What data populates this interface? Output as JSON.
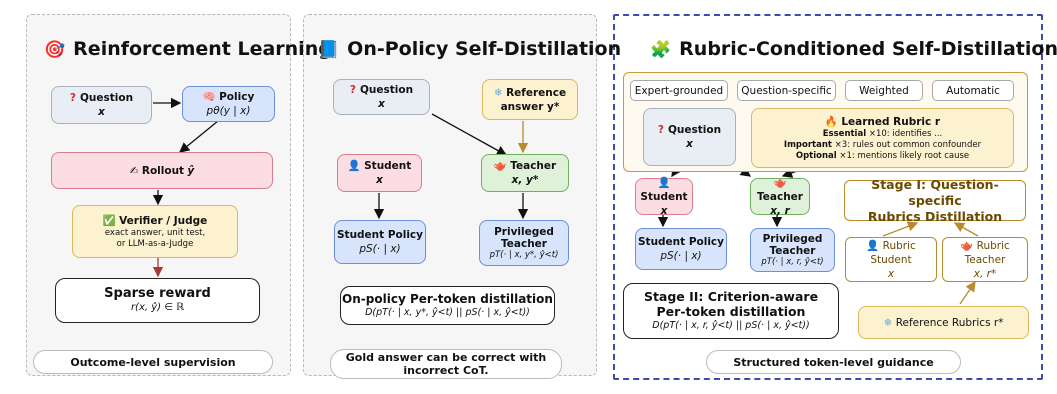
{
  "panel1": {
    "title": "Reinforcement Learning",
    "title_icon": "🎯",
    "question": {
      "label": "Question",
      "var": "x"
    },
    "policy": {
      "label": "Policy",
      "formula": "pθ(y | x)"
    },
    "rollout": {
      "label": "Rollout",
      "var": "ŷ"
    },
    "verifier": {
      "label": "Verifier / Judge",
      "line1": "exact answer, unit test,",
      "line2": "or LLM-as-a-Judge"
    },
    "reward": {
      "label": "Sparse reward",
      "formula": "r(x, ŷ) ∈ ℝ"
    },
    "footer": "Outcome-level supervision"
  },
  "panel2": {
    "title": "On-Policy Self-Distillation",
    "title_icon": "📘",
    "question": {
      "label": "Question",
      "var": "x"
    },
    "reference": {
      "label": "Reference",
      "label2": "answer y*"
    },
    "student": {
      "label": "Student",
      "var": "x"
    },
    "teacher": {
      "label": "Teacher",
      "var": "x, y*"
    },
    "student_policy": {
      "label": "Student Policy",
      "formula": "pS(· | x)"
    },
    "priv_teacher": {
      "label1": "Privileged",
      "label2": "Teacher",
      "formula": "pT(· | x, y*, ŷ<t)"
    },
    "distill": {
      "label": "On-policy Per-token distillation",
      "formula": "D(pT(· | x, y*, ŷ<t) || pS(· | x, ŷ<t))"
    },
    "footer_line1": "Gold answer can be correct with",
    "footer_line2": "incorrect CoT."
  },
  "panel3": {
    "title": "Rubric-Conditioned Self-Distillation",
    "title_icon": "🧩",
    "tags": [
      "Expert-grounded",
      "Question-specific",
      "Weighted",
      "Automatic"
    ],
    "question": {
      "label": "Question",
      "var": "x"
    },
    "rubric": {
      "title": "Learned Rubric r",
      "essential": "Essential",
      "essential_text": "×10: identifies ...",
      "important": "Important",
      "important_text": "×3: rules out common confounder",
      "optional": "Optional",
      "optional_text": "×1: mentions likely root cause"
    },
    "student": {
      "label": "Student",
      "var": "x"
    },
    "teacher": {
      "label": "Teacher",
      "var": "x, r"
    },
    "student_policy": {
      "label": "Student Policy",
      "formula": "pS(· | x)"
    },
    "priv_teacher": {
      "label1": "Privileged",
      "label2": "Teacher",
      "formula": "pT(· | x, r, ŷ<t)"
    },
    "stage1_line1": "Stage I: Question-specific",
    "stage1_line2": "Rubrics Distillation",
    "rubric_student": {
      "label1": "Rubric",
      "label2": "Student",
      "var": "x"
    },
    "rubric_teacher": {
      "label1": "Rubric",
      "label2": "Teacher",
      "var": "x, r*"
    },
    "stage2_line1": "Stage II: Criterion-aware",
    "stage2_line2": "Per-token distillation",
    "stage2_formula": "D(pT(· | x, r, ŷ<t) || pS(· | x, ŷ<t))",
    "reference_rubrics": "Reference Rubrics r*",
    "footer": "Structured token-level guidance"
  },
  "colors": {
    "accent_blue": "#3d4bb0",
    "gold": "#c89b3a",
    "arrow_gold": "#b98a2e",
    "arrow_red": "#a83a3a"
  }
}
